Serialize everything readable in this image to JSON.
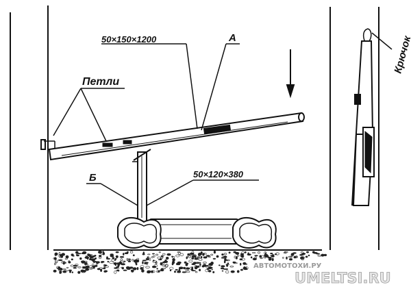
{
  "labels": {
    "top_dimension": "50×150×1200",
    "letter_a": "А",
    "hinges": "Петли",
    "letter_b": "Б",
    "leg_dimension": "50×120×380",
    "hook": "Крючок"
  },
  "watermarks": {
    "site_small": "АВТОМОТОХИ.РУ",
    "site_large": "UMELTSI.RU"
  },
  "colors": {
    "ink": "#111111",
    "watermark_small": "#9a9a9a",
    "watermark_large": "#e6e6e6"
  }
}
